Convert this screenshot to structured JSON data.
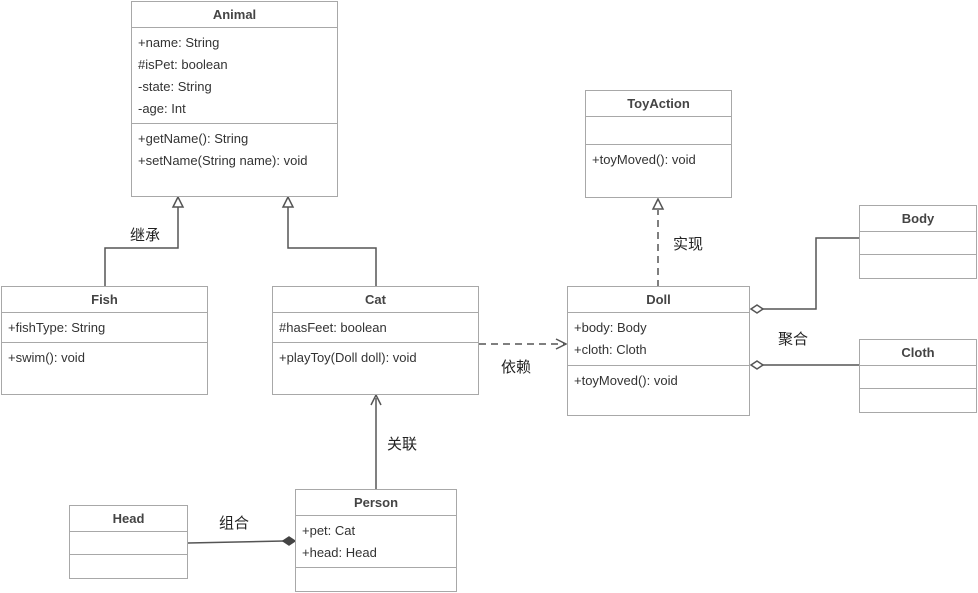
{
  "classes": {
    "animal": {
      "name": "Animal",
      "attributes": [
        "+name: String",
        "#isPet: boolean",
        "-state: String",
        "-age: Int"
      ],
      "operations": [
        "+getName(): String",
        "+setName(String name): void"
      ]
    },
    "fish": {
      "name": "Fish",
      "attributes": [
        "+fishType: String"
      ],
      "operations": [
        "+swim(): void"
      ]
    },
    "cat": {
      "name": "Cat",
      "attributes": [
        "#hasFeet: boolean"
      ],
      "operations": [
        "+playToy(Doll doll): void"
      ]
    },
    "toyaction": {
      "name": "ToyAction",
      "attributes": [],
      "operations": [
        "+toyMoved(): void"
      ]
    },
    "doll": {
      "name": "Doll",
      "attributes": [
        "+body: Body",
        "+cloth: Cloth"
      ],
      "operations": [
        "+toyMoved(): void"
      ]
    },
    "body": {
      "name": "Body",
      "attributes": [],
      "operations": []
    },
    "cloth": {
      "name": "Cloth",
      "attributes": [],
      "operations": []
    },
    "head": {
      "name": "Head",
      "attributes": [],
      "operations": []
    },
    "person": {
      "name": "Person",
      "attributes": [
        "+pet: Cat",
        "+head: Head"
      ],
      "operations": []
    }
  },
  "relations": {
    "inheritance": "继承",
    "realization": "实现",
    "dependency": "依赖",
    "aggregation": "聚合",
    "association": "关联",
    "composition": "组合"
  }
}
